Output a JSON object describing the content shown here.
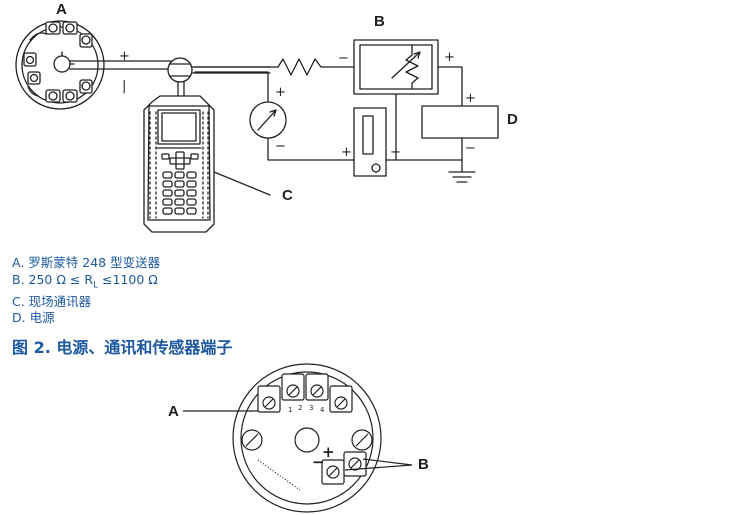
{
  "diagram1": {
    "labels": {
      "a": "A",
      "b": "B",
      "c": "C",
      "d": "D"
    },
    "signs": {
      "transmitter_plus": "+",
      "transmitter_minus": "|",
      "resistor_minus": "−",
      "box_b_plus": "+",
      "meter_plus": "+",
      "meter_minus": "−",
      "psu_plus": "+",
      "psu_minus": "−",
      "gauge_plus": "+",
      "gauge_minus": "−"
    }
  },
  "legend": {
    "a": "A. 罗斯蒙特 248 型变送器",
    "b": "B. 250 Ω ≤ R",
    "b_sub": "L",
    "b_tail": " ≤1100 Ω",
    "c": "C. 现场通讯器",
    "d": "D. 电源"
  },
  "figure2": {
    "title": "图 2. 电源、通讯和传感器端子",
    "labels": {
      "a": "A",
      "b": "B"
    },
    "signs": {
      "minus": "−",
      "plus": "+"
    },
    "terminal_numbers": [
      "1",
      "2",
      "3",
      "4"
    ]
  },
  "colors": {
    "legend_text": "#1d5aa0",
    "line": "#231f20"
  }
}
